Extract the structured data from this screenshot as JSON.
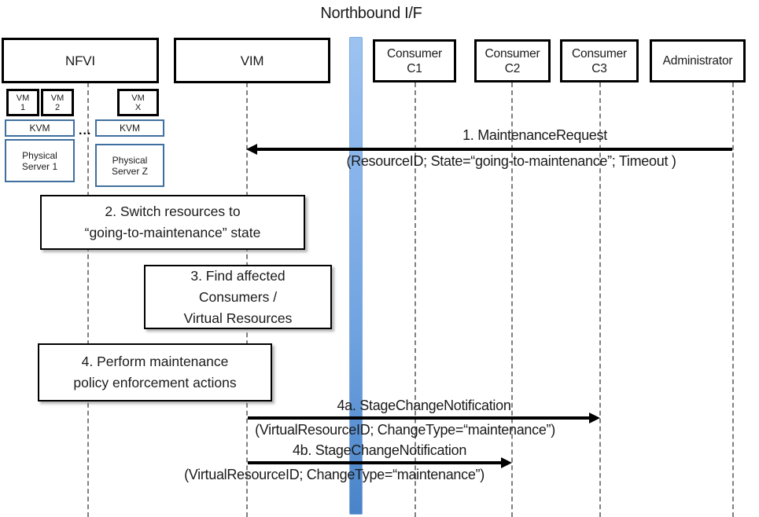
{
  "diagram": {
    "title": "Northbound I/F",
    "type": "sequence-diagram"
  },
  "actors": [
    {
      "id": "nfvi",
      "label": "NFVI"
    },
    {
      "id": "vim",
      "label": "VIM"
    },
    {
      "id": "c1",
      "label_line1": "Consumer",
      "label_line2": "C1"
    },
    {
      "id": "c2",
      "label_line1": "Consumer",
      "label_line2": "C2"
    },
    {
      "id": "c3",
      "label_line1": "Consumer",
      "label_line2": "C3"
    },
    {
      "id": "admin",
      "label": "Administrator"
    }
  ],
  "nfvi_internals": {
    "vms": [
      {
        "line1": "VM",
        "line2": "1"
      },
      {
        "line1": "VM",
        "line2": "2"
      },
      {
        "line1": "VM",
        "line2": "X"
      }
    ],
    "hypervisors": [
      {
        "label": "KVM"
      },
      {
        "label": "KVM"
      }
    ],
    "servers": [
      {
        "line1": "Physical",
        "line2": "Server 1"
      },
      {
        "line1": "Physical",
        "line2": "Server Z"
      }
    ],
    "ellipsis": "..."
  },
  "messages": [
    {
      "id": "msg1",
      "number": "1.",
      "name": "MaintenanceRequest",
      "label": "1.   MaintenanceRequest",
      "params": "(ResourceID; State=“going-to-maintenance”; Timeout )",
      "from": "admin",
      "to": "vim",
      "direction": "left"
    },
    {
      "id": "msg4a",
      "number": "4a.",
      "name": "StageChangeNotification",
      "label": "4a. StageChangeNotification",
      "params": "(VirtualResourceID; ChangeType=“maintenance”)",
      "from": "vim",
      "to": "c3",
      "direction": "right"
    },
    {
      "id": "msg4b",
      "number": "4b.",
      "name": "StageChangeNotification",
      "label": "4b. StageChangeNotification",
      "params": "(VirtualResourceID; ChangeType=“maintenance”)",
      "from": "vim",
      "to": "c2",
      "direction": "right"
    }
  ],
  "steps": [
    {
      "id": "step2",
      "line1": "2. Switch resources to",
      "line2": "“going-to-maintenance” state"
    },
    {
      "id": "step3",
      "line1": "3. Find affected",
      "line2": "Consumers /",
      "line3": "Virtual Resources"
    },
    {
      "id": "step4",
      "line1": "4. Perform maintenance",
      "line2": "policy enforcement actions"
    }
  ],
  "colors": {
    "northbound_bar_top": "#9dc3f0",
    "northbound_bar_bottom": "#4a83c8",
    "box_border": "#000000",
    "blue_box_border": "#3f6f9f",
    "lifeline": "#808080",
    "background": "#ffffff"
  }
}
